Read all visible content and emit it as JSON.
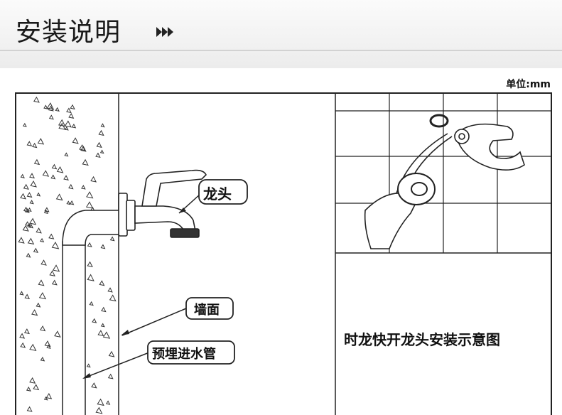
{
  "header": {
    "title": "安装说明",
    "arrows_icon": "triple-right-arrow-icon"
  },
  "unit_text": "单位:mm",
  "labels": {
    "faucet": "龙头",
    "wall": "墙面",
    "pipe": "预埋进水管"
  },
  "caption": "时龙快开龙头安装示意图",
  "icons": {
    "faucet": "faucet-icon",
    "hands": "taping-hands-icon",
    "tape": "ptfe-tape-icon"
  }
}
